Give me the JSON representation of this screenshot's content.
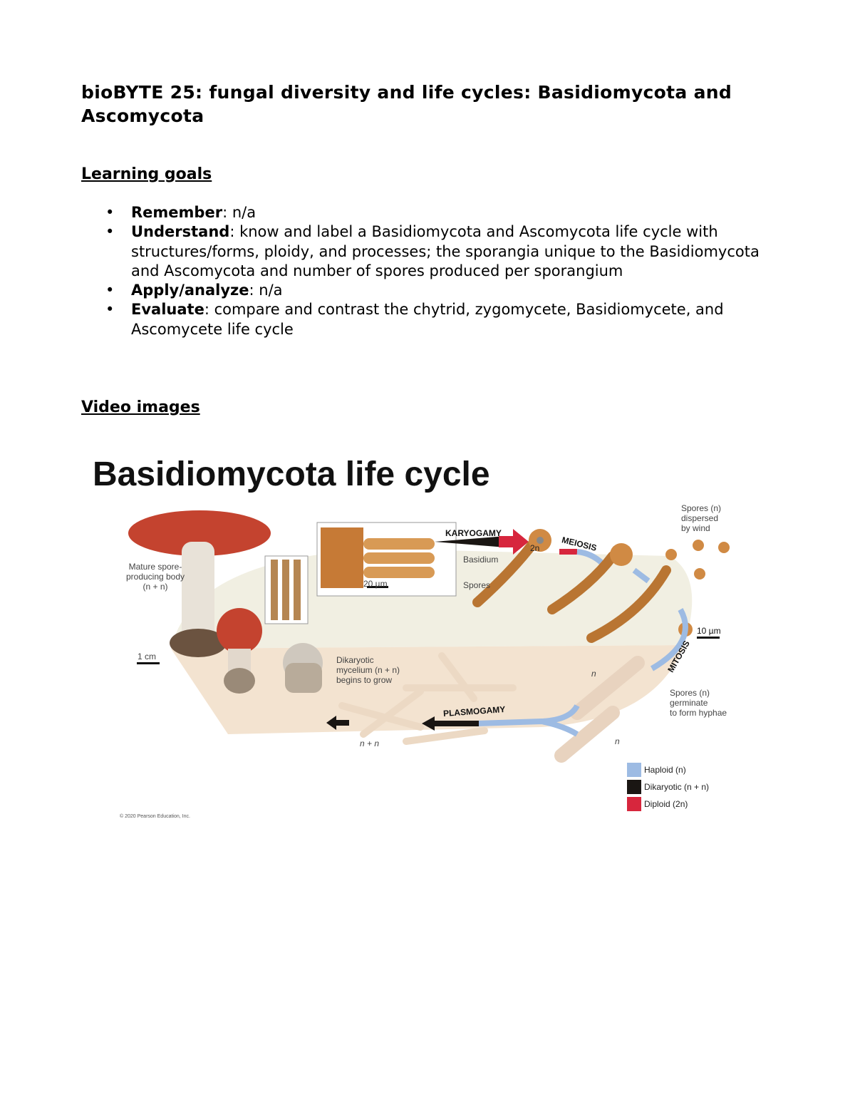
{
  "document": {
    "title": "bioBYTE 25: fungal diversity and life cycles: Basidiomycota and Ascomycota",
    "learning_goals_heading": "Learning goals",
    "goals": [
      {
        "term": "Remember",
        "text": ": n/a"
      },
      {
        "term": "Understand",
        "text": ": know and label a Basidiomycota and Ascomycota  life cycle with structures/forms, ploidy, and processes; the sporangia unique to the Basidiomycota and Ascomycota and number of spores produced per sporangium"
      },
      {
        "term": "Apply/analyze",
        "text": ": n/a"
      },
      {
        "term": "Evaluate",
        "text": ": compare and contrast the chytrid, zygomycete, Basidiomycete, and Ascomycete life cycle"
      }
    ],
    "bullet": "•",
    "video_images_heading": "Video images"
  },
  "figure": {
    "title": "Basidiomycota life cycle",
    "labels": {
      "mature_body": "Mature spore-\nproducing body\n(n + n)",
      "scale_1cm": "1 cm",
      "scale_20um": "20 µm",
      "scale_10um": "10 µm",
      "basidium": "Basidium",
      "spores": "Spores",
      "spores_dispersed": "Spores (n)\ndispersed\nby wind",
      "spores_germinate": "Spores (n)\ngerminate\nto form hyphae",
      "dikaryotic_mycelium": "Dikaryotic\nmycelium (n + n)\nbegins to grow",
      "two_n": "2n",
      "n_upper": "n",
      "n_lower": "n",
      "n_plus_n": "n + n"
    },
    "processes": {
      "karyogamy": "KARYOGAMY",
      "meiosis": "MEIOSIS",
      "mitosis": "MITOSIS",
      "plasmogamy": "PLASMOGAMY"
    },
    "legend": [
      {
        "label": "Haploid (n)",
        "color": "#9dbbe3"
      },
      {
        "label": "Dikaryotic (n + n)",
        "color": "#1a1613"
      },
      {
        "label": "Diploid (2n)",
        "color": "#d7263d"
      }
    ],
    "copyright": "© 2020 Pearson Education, Inc."
  }
}
